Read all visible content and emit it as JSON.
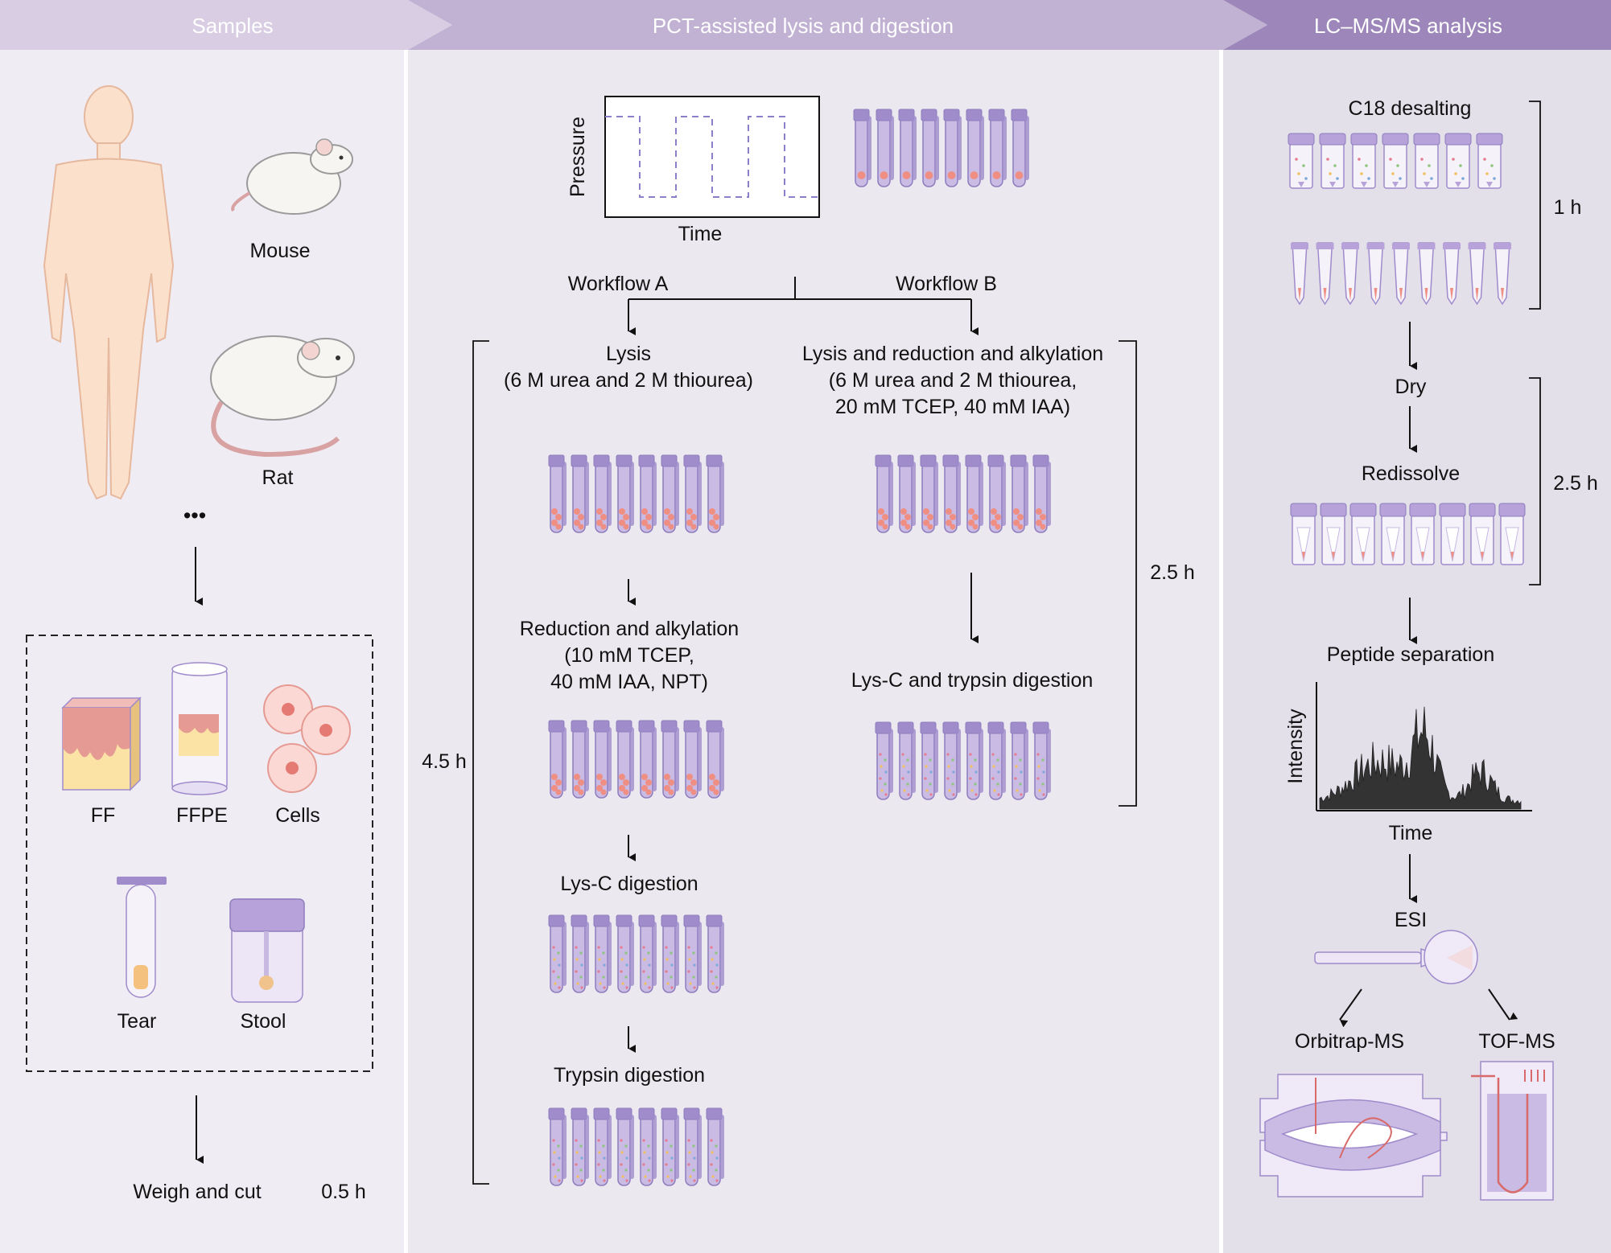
{
  "header": {
    "samples": "Samples",
    "pct": "PCT-assisted lysis and digestion",
    "lcms": "LC–MS/MS analysis"
  },
  "samples": {
    "mouse": "Mouse",
    "rat": "Rat",
    "ellipsis": "•••",
    "ff": "FF",
    "ffpe": "FFPE",
    "cells": "Cells",
    "tear": "Tear",
    "stool": "Stool",
    "weigh": "Weigh and cut",
    "weigh_time": "0.5 h"
  },
  "pct": {
    "pressure": "Pressure",
    "time": "Time",
    "workflow_a": "Workflow A",
    "workflow_b": "Workflow B",
    "a_lysis": [
      "Lysis",
      "(6 M urea and 2 M thiourea)"
    ],
    "b_lysis": [
      "Lysis and reduction and alkylation",
      "(6 M urea and 2 M thiourea,",
      "20 mM TCEP, 40 mM IAA)"
    ],
    "a_reduction": [
      "Reduction and alkylation",
      "(10 mM TCEP,",
      "40 mM IAA, NPT)"
    ],
    "a_lysc": "Lys-C digestion",
    "a_trypsin": "Trypsin digestion",
    "b_digest": "Lys-C and trypsin digestion",
    "time_a": "4.5 h",
    "time_b": "2.5 h"
  },
  "lcms": {
    "c18": "C18 desalting",
    "time_1": "1 h",
    "dry": "Dry",
    "redissolve": "Redissolve",
    "time_2": "2.5 h",
    "peptide": "Peptide separation",
    "intensity": "Intensity",
    "time": "Time",
    "esi": "ESI",
    "orbitrap": "Orbitrap-MS",
    "tof": "TOF-MS"
  },
  "colors": {
    "panel_left": "#f0ecf4",
    "panel_mid": "#ebe8ef",
    "panel_right": "#e3e0ea",
    "header_left": "#d7cbe2",
    "header_mid": "#c2b1d2",
    "header_right": "#9d86ba",
    "tube": "#b8a6d8",
    "tube_dark": "#9b86c6",
    "tissue": "#f09a8e",
    "skin": "#fbe0cc"
  }
}
